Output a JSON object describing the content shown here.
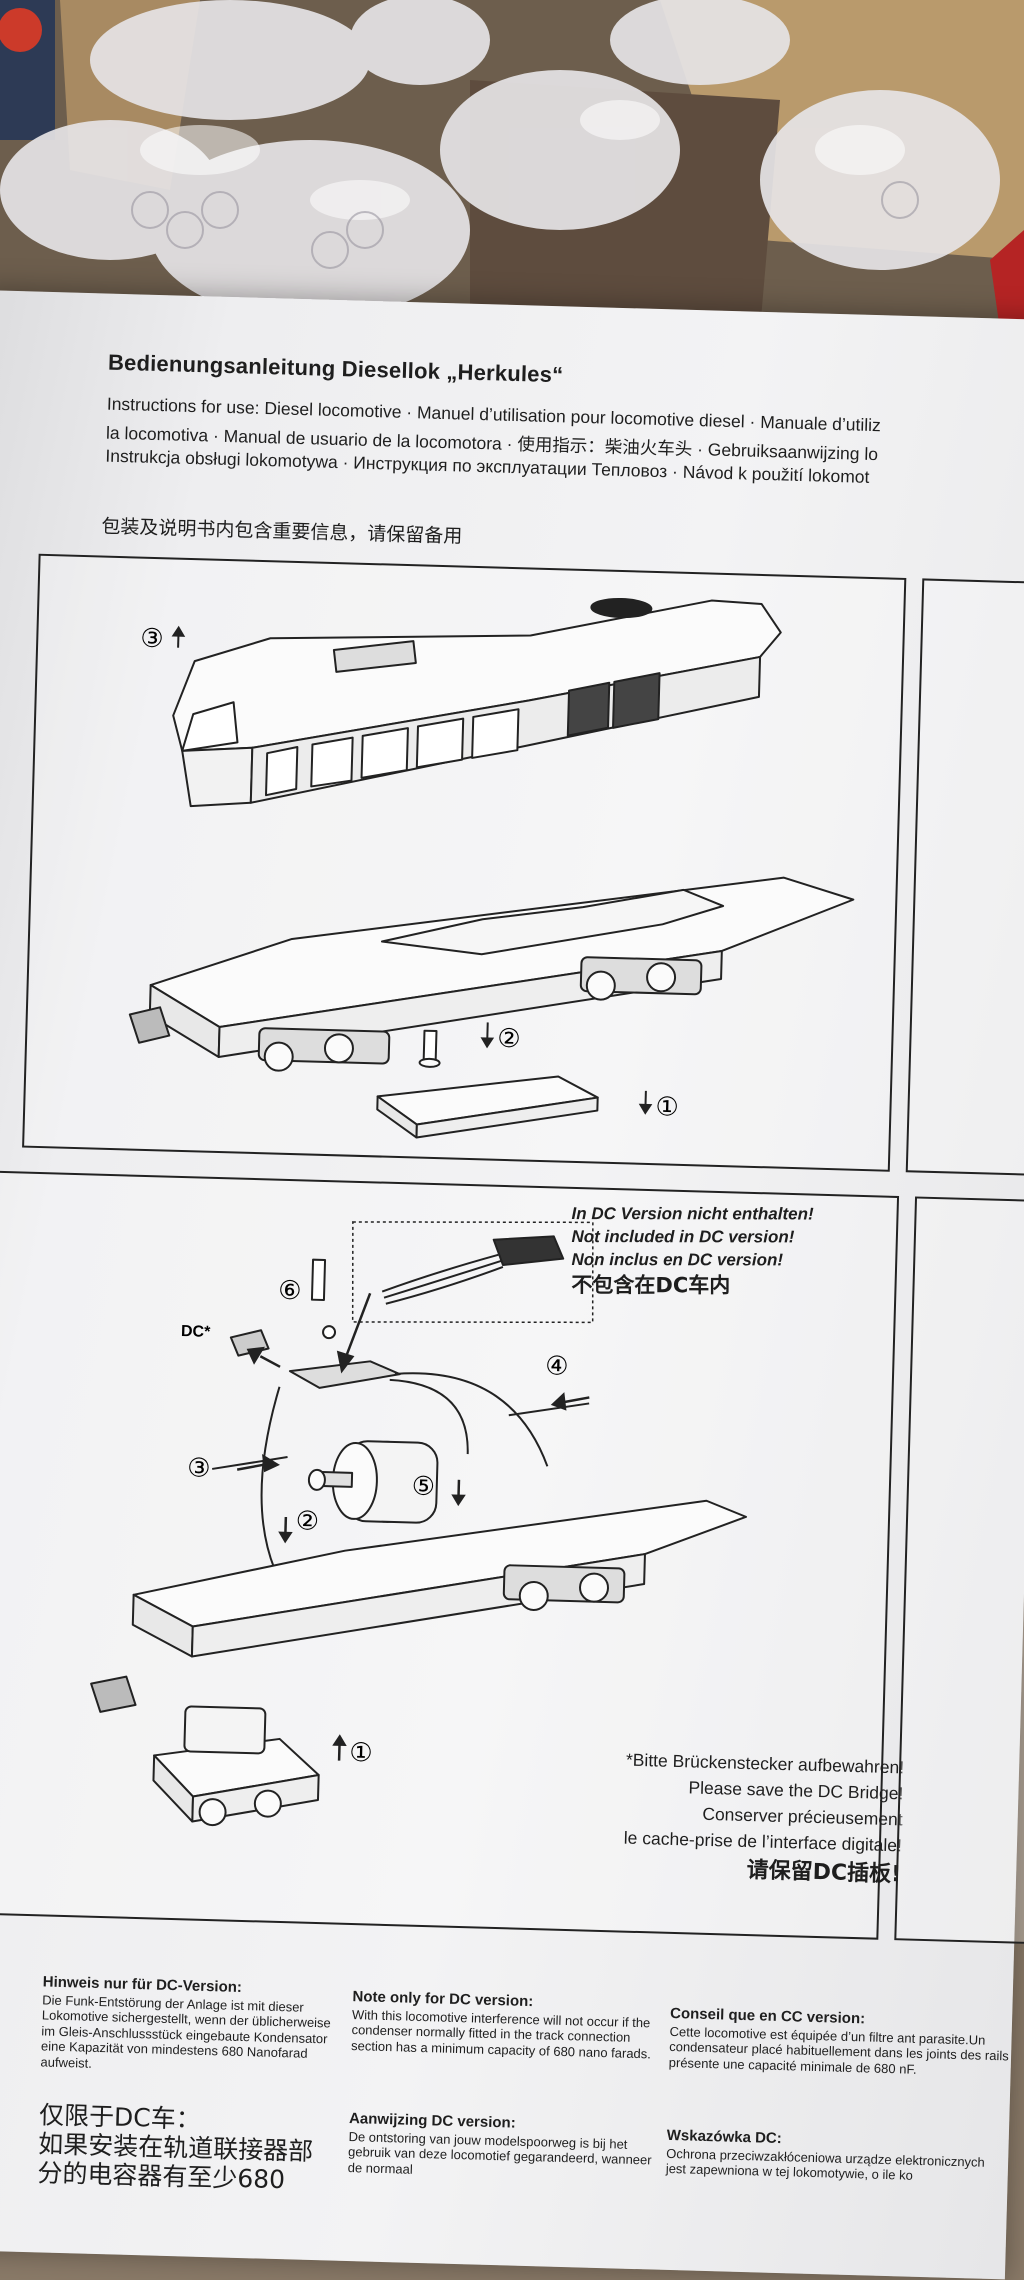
{
  "document": {
    "heading": "Bedienungsanleitung Diesellok „Herkules“",
    "subtitle_lines": [
      "Instructions for use: Diesel locomotive · Manuel d’utilisation pour locomotive diesel · Manuale d’utiliz",
      "la locomotiva · Manual de usuario de la locomotora · 使用指示：柴油火车头 · Gebruiksaanwijzing lo",
      "Instrukcja obsługi lokomotywa · Инструкция по эксплуатации Тепловоз · Návod k použití lokomot"
    ],
    "chinese_note": "包装及说明书内包含重要信息，请保留备用"
  },
  "figure1": {
    "steps": [
      "③",
      "②",
      "①"
    ]
  },
  "figure2": {
    "steps": [
      "⑥",
      "④",
      "③",
      "②",
      "⑤",
      "①"
    ],
    "dc_label": "DC*",
    "not_included": [
      "In DC Version nicht enthalten!",
      "Not included in DC version!",
      "Non inclus en DC version!",
      "不包含在DC车内"
    ],
    "bridge_note": [
      "*Bitte Brückenstecker aufbewahren!",
      "Please save the DC Bridge!",
      "Conserver précieusement",
      "le cache-prise de l’interface digitale!",
      "请保留DC插板!"
    ]
  },
  "notes": {
    "de": {
      "title": "Hinweis nur für DC-Version:",
      "body": "Die Funk-Entstörung der Anlage ist mit dieser Lokomotive sichergestellt, wenn der üblicherweise im Gleis-Anschlussstück eingebaute Kondensator eine Kapazität von mindestens 680 Nanofarad aufweist."
    },
    "en": {
      "title": "Note only for DC version:",
      "body": "With this locomotive interference will not occur if the condenser normally fitted in the track connection section has a minimum capacity of 680 nano farads."
    },
    "fr": {
      "title": "Conseil que en CC version:",
      "body": "Cette locomotive est équipée d’un filtre ant parasite.Un condensateur placé habituellement dans les joints des rails présente une capacité minimale de 680 nF."
    },
    "cn": {
      "title": "仅限于DC车：",
      "body": "如果安装在轨道联接器部分的电容器有至少680"
    },
    "nl": {
      "title": "Aanwijzing DC version:",
      "body": "De ontstoring van jouw modelspoorweg is bij het gebruik van deze locomotief gegarandeerd, wanneer de normaal"
    },
    "pl": {
      "title": "Wskazówka DC:",
      "body": "Ochrona przeciwzakłóceniowa urządze elektronicznych jest zapewniona w tej lokomotywie, o ile ko"
    }
  }
}
